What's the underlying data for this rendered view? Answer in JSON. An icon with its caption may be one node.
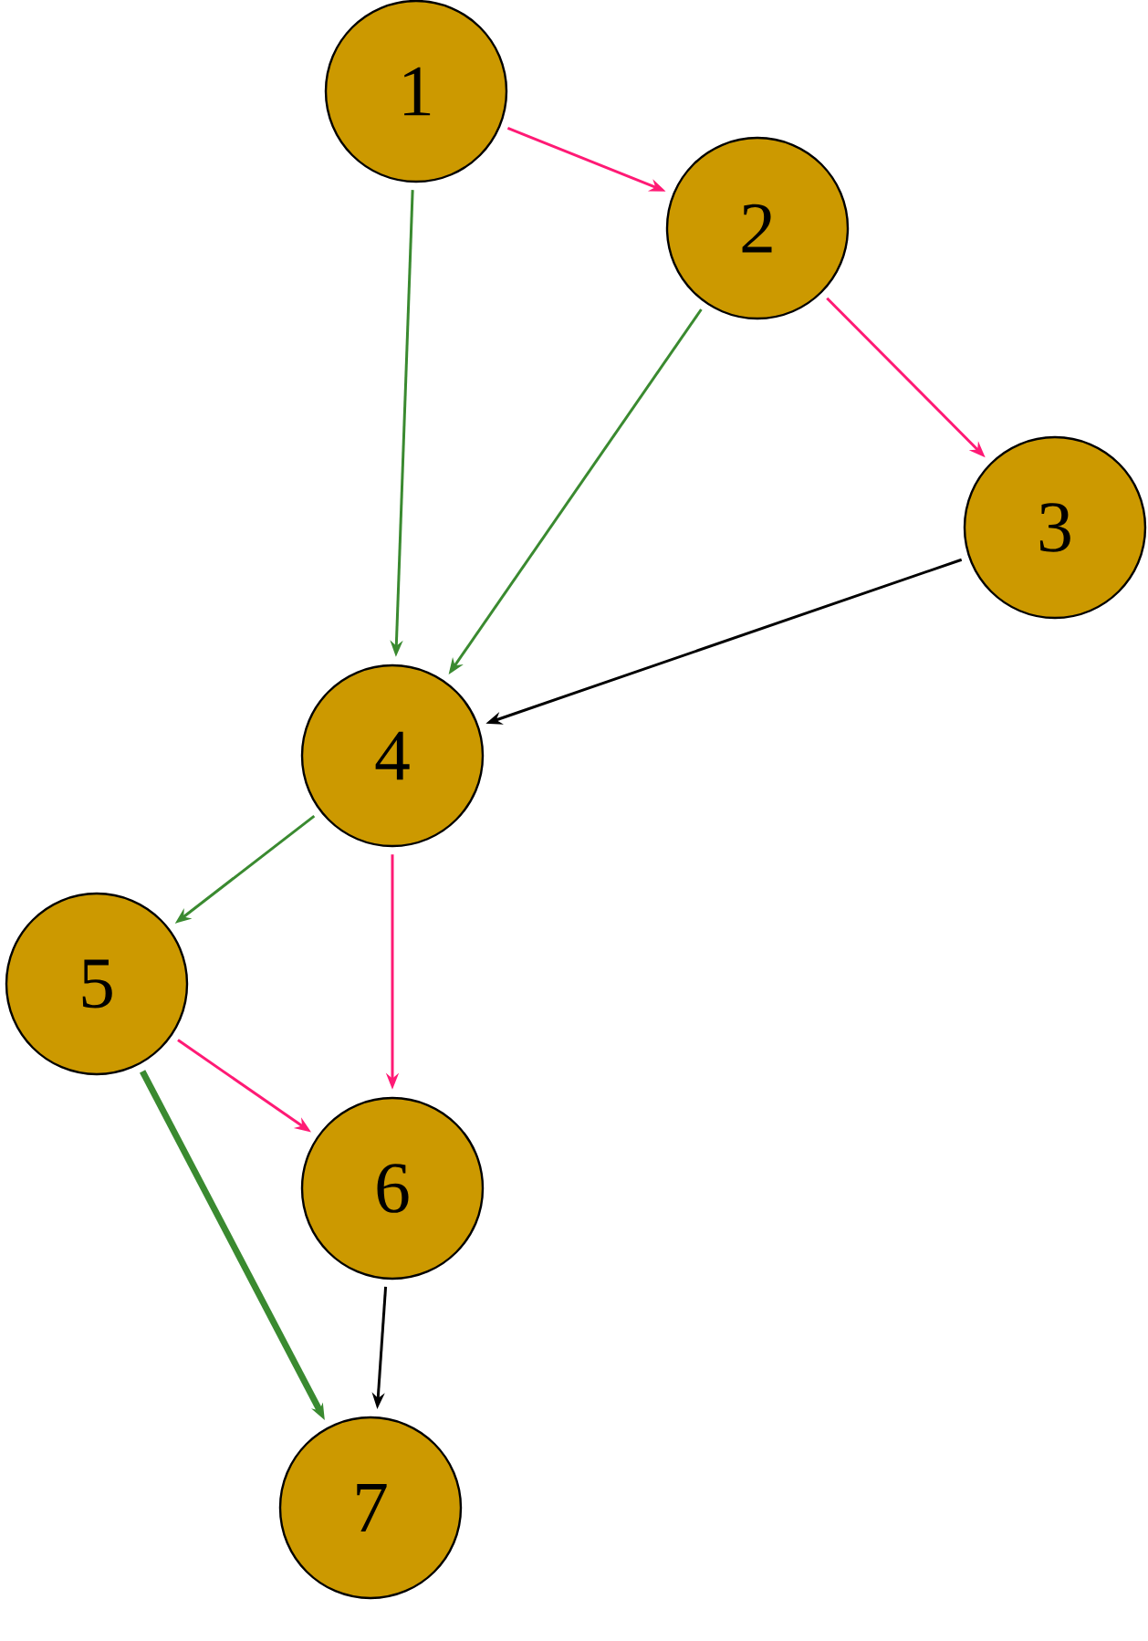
{
  "diagram": {
    "nodes": [
      {
        "text": [
          "1"
        ]
      },
      {
        "text": [
          "2"
        ]
      },
      {
        "text": [
          "3"
        ]
      },
      {
        "text": [
          "4"
        ]
      },
      {
        "text": [
          "5"
        ]
      },
      {
        "text": [
          "6"
        ]
      },
      {
        "text": [
          "7"
        ]
      }
    ],
    "edges": [
      {
        "from": 0,
        "to": 1,
        "arrow": "to",
        "color": "#ff1a75"
      },
      {
        "from": 0,
        "to": 3,
        "arrow": "to",
        "color": "#3a8a30"
      },
      {
        "from": 1,
        "to": 2,
        "arrow": "to",
        "color": "#ff1a75"
      },
      {
        "from": 1,
        "to": 3,
        "arrow": "to",
        "color": "#3a8a30"
      },
      {
        "from": 2,
        "to": 3,
        "arrow": "to",
        "color": "#000000"
      },
      {
        "from": 3,
        "to": 4,
        "arrow": "to",
        "color": "#3a8a30"
      },
      {
        "from": 3,
        "to": 5,
        "arrow": "to",
        "color": "#ff1a75"
      },
      {
        "from": 4,
        "to": 5,
        "arrow": "to",
        "color": "#ff1a75"
      },
      {
        "from": 4,
        "to": 6,
        "arrow": "to",
        "color": "#3a8a30",
        "style": "thick"
      },
      {
        "from": 5,
        "to": 6,
        "arrow": "to",
        "color": "#000000"
      }
    ]
  }
}
